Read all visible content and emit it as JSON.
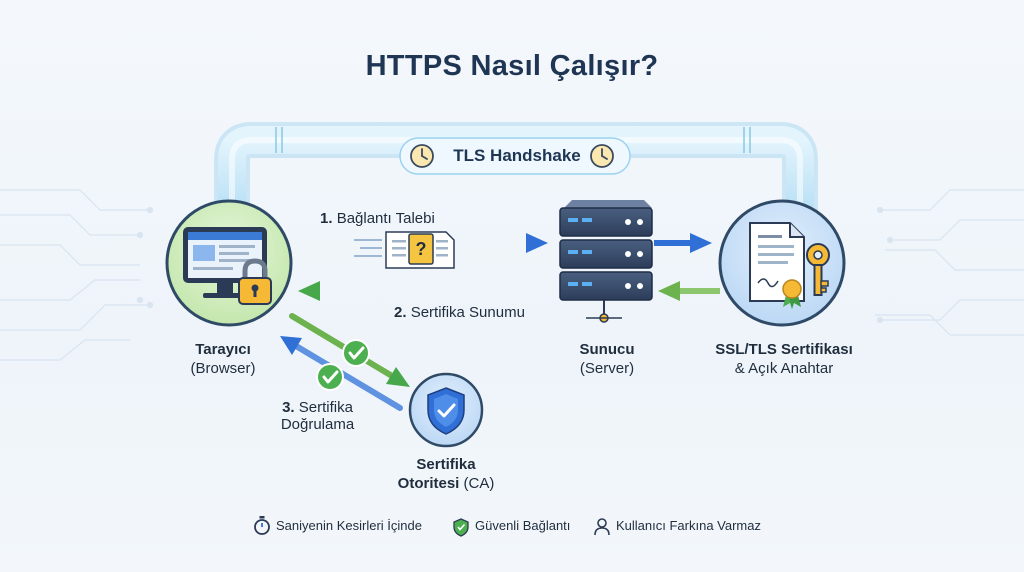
{
  "title": "HTTPS Nasıl Çalışır?",
  "handshake": {
    "label": "TLS Handshake"
  },
  "steps": {
    "step1": {
      "number": "1.",
      "label": "Bağlantı Talebi"
    },
    "step2": {
      "number": "2.",
      "label": "Sertifika Sunumu"
    },
    "step3": {
      "number": "3.",
      "label_line1": "Sertifika",
      "label_line2": "Doğrulama"
    }
  },
  "nodes": {
    "browser": {
      "name": "Tarayıcı",
      "sub": "(Browser)"
    },
    "server": {
      "name": "Sunucu",
      "sub": "(Server)"
    },
    "certificate": {
      "name": "SSL/TLS Sertifikası",
      "sub": "& Açık Anahtar"
    },
    "ca": {
      "name_line1": "Sertifika",
      "name_line2_bold": "Otoritesi",
      "name_line2_rest": " (CA)"
    }
  },
  "footer": [
    {
      "icon": "stopwatch-icon",
      "label": "Saniyenin Kesirleri İçinde"
    },
    {
      "icon": "shield-check-icon",
      "label": "Güvenli Bağlantı"
    },
    {
      "icon": "user-icon",
      "label": "Kullanıcı Farkına Varmaz"
    }
  ],
  "colors": {
    "blue": "#2f6fd6",
    "green": "#4caf50",
    "tube": "#bfe3f7",
    "navy": "#1f3554"
  }
}
